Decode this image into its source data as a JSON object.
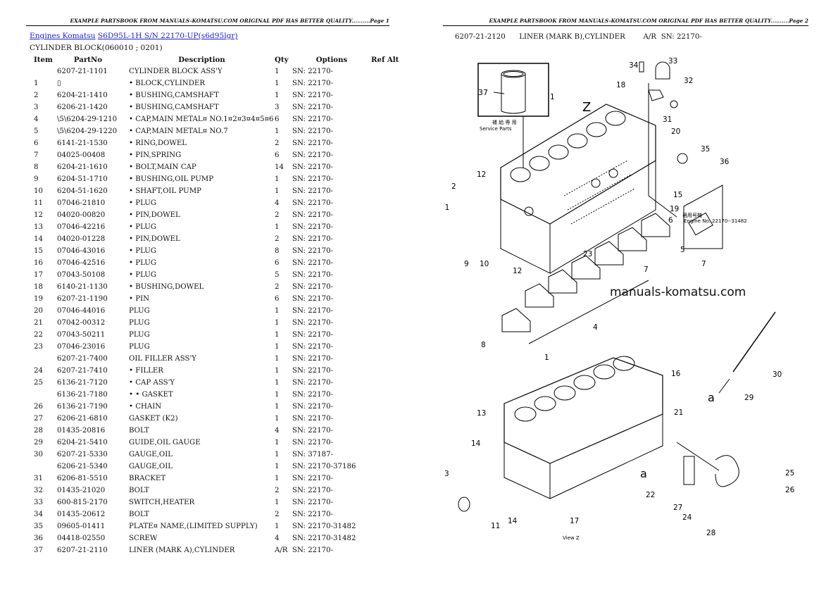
{
  "page1": {
    "running_header": "EXAMPLE PARTSBOOK FROM MANUALS-KOMATSU.COM ORIGINAL PDF HAS BETTER QUALITY..........Page 1",
    "breadcrumb": {
      "link1": "Engines Komatsu",
      "link2": "S6D95L-1H S/N 22170-UP(s6d95lgr)"
    },
    "section_title": "CYLINDER BLOCK(060010 ; 0201)",
    "columns": [
      "Item",
      "PartNo",
      "Description",
      "Qty",
      "Options",
      "Ref Alt"
    ],
    "rows": [
      {
        "item": "",
        "part": "6207-21-1101",
        "desc": "CYLINDER BLOCK ASS'Y",
        "qty": "1",
        "opt": "SN: 22170-"
      },
      {
        "item": "1",
        "part": "▯",
        "desc": "• BLOCK,CYLINDER",
        "qty": "1",
        "opt": "SN: 22170-"
      },
      {
        "item": "2",
        "part": "6204-21-1410",
        "desc": "• BUSHING,CAMSHAFT",
        "qty": "1",
        "opt": "SN: 22170-"
      },
      {
        "item": "3",
        "part": "6206-21-1420",
        "desc": "• BUSHING,CAMSHAFT",
        "qty": "3",
        "opt": "SN: 22170-"
      },
      {
        "item": "4",
        "part": "\\5\\6204-29-1210",
        "desc": "• CAP,MAIN METAL¤ NO.1¤2¤3¤4¤5¤6",
        "qty": "6",
        "opt": "SN: 22170-"
      },
      {
        "item": "5",
        "part": "\\5\\6204-29-1220",
        "desc": "• CAP,MAIN METAL¤ NO.7",
        "qty": "1",
        "opt": "SN: 22170-"
      },
      {
        "item": "6",
        "part": "6141-21-1530",
        "desc": "• RING,DOWEL",
        "qty": "2",
        "opt": "SN: 22170-"
      },
      {
        "item": "7",
        "part": "04025-00408",
        "desc": "• PIN,SPRING",
        "qty": "6",
        "opt": "SN: 22170-"
      },
      {
        "item": "8",
        "part": "6204-21-1610",
        "desc": "• BOLT,MAIN CAP",
        "qty": "14",
        "opt": "SN: 22170-"
      },
      {
        "item": "9",
        "part": "6204-51-1710",
        "desc": "• BUSHING,OIL PUMP",
        "qty": "1",
        "opt": "SN: 22170-"
      },
      {
        "item": "10",
        "part": "6204-51-1620",
        "desc": "• SHAFT,OIL PUMP",
        "qty": "1",
        "opt": "SN: 22170-"
      },
      {
        "item": "11",
        "part": "07046-21810",
        "desc": "• PLUG",
        "qty": "4",
        "opt": "SN: 22170-"
      },
      {
        "item": "12",
        "part": "04020-00820",
        "desc": "• PIN,DOWEL",
        "qty": "2",
        "opt": "SN: 22170-"
      },
      {
        "item": "13",
        "part": "07046-42216",
        "desc": "• PLUG",
        "qty": "1",
        "opt": "SN: 22170-"
      },
      {
        "item": "14",
        "part": "04020-01228",
        "desc": "• PIN,DOWEL",
        "qty": "2",
        "opt": "SN: 22170-"
      },
      {
        "item": "15",
        "part": "07046-43016",
        "desc": "• PLUG",
        "qty": "8",
        "opt": "SN: 22170-"
      },
      {
        "item": "16",
        "part": "07046-42516",
        "desc": "• PLUG",
        "qty": "6",
        "opt": "SN: 22170-"
      },
      {
        "item": "17",
        "part": "07043-50108",
        "desc": "• PLUG",
        "qty": "5",
        "opt": "SN: 22170-"
      },
      {
        "item": "18",
        "part": "6140-21-1130",
        "desc": "• BUSHING,DOWEL",
        "qty": "2",
        "opt": "SN: 22170-"
      },
      {
        "item": "19",
        "part": "6207-21-1190",
        "desc": "• PIN",
        "qty": "6",
        "opt": "SN: 22170-"
      },
      {
        "item": "20",
        "part": "07046-44016",
        "desc": "PLUG",
        "qty": "1",
        "opt": "SN: 22170-"
      },
      {
        "item": "21",
        "part": "07042-00312",
        "desc": "PLUG",
        "qty": "1",
        "opt": "SN: 22170-"
      },
      {
        "item": "22",
        "part": "07043-50211",
        "desc": "PLUG",
        "qty": "1",
        "opt": "SN: 22170-"
      },
      {
        "item": "23",
        "part": "07046-23016",
        "desc": "PLUG",
        "qty": "1",
        "opt": "SN: 22170-"
      },
      {
        "item": "",
        "part": "6207-21-7400",
        "desc": "OIL FILLER ASS'Y",
        "qty": "1",
        "opt": "SN: 22170-"
      },
      {
        "item": "24",
        "part": "6207-21-7410",
        "desc": "• FILLER",
        "qty": "1",
        "opt": "SN: 22170-"
      },
      {
        "item": "25",
        "part": "6136-21-7120",
        "desc": "• CAP ASS'Y",
        "qty": "1",
        "opt": "SN: 22170-"
      },
      {
        "item": "",
        "part": "6136-21-7180",
        "desc": "• • GASKET",
        "qty": "1",
        "opt": "SN: 22170-"
      },
      {
        "item": "26",
        "part": "6136-21-7190",
        "desc": "• CHAIN",
        "qty": "1",
        "opt": "SN: 22170-"
      },
      {
        "item": "27",
        "part": "6206-21-6810",
        "desc": "GASKET (K2)",
        "qty": "1",
        "opt": "SN: 22170-"
      },
      {
        "item": "28",
        "part": "01435-20816",
        "desc": "BOLT",
        "qty": "4",
        "opt": "SN: 22170-"
      },
      {
        "item": "29",
        "part": "6204-21-5410",
        "desc": "GUIDE,OIL GAUGE",
        "qty": "1",
        "opt": "SN: 22170-"
      },
      {
        "item": "30",
        "part": "6207-21-5330",
        "desc": "GAUGE,OIL",
        "qty": "1",
        "opt": "SN: 37187-"
      },
      {
        "item": "",
        "part": "6206-21-5340",
        "desc": "GAUGE,OIL",
        "qty": "1",
        "opt": "SN: 22170-37186"
      },
      {
        "item": "31",
        "part": "6206-81-5510",
        "desc": "BRACKET",
        "qty": "1",
        "opt": "SN: 22170-"
      },
      {
        "item": "32",
        "part": "01435-21020",
        "desc": "BOLT",
        "qty": "2",
        "opt": "SN: 22170-"
      },
      {
        "item": "33",
        "part": "600-815-2170",
        "desc": "SWITCH,HEATER",
        "qty": "1",
        "opt": "SN: 22170-"
      },
      {
        "item": "34",
        "part": "01435-20612",
        "desc": "BOLT",
        "qty": "2",
        "opt": "SN: 22170-"
      },
      {
        "item": "35",
        "part": "09605-01411",
        "desc": "PLATE¤ NAME,(LIMITED SUPPLY)",
        "qty": "1",
        "opt": "SN: 22170-31482"
      },
      {
        "item": "36",
        "part": "04418-02550",
        "desc": "SCREW",
        "qty": "4",
        "opt": "SN: 22170-31482"
      },
      {
        "item": "37",
        "part": "6207-21-2110",
        "desc": "LINER (MARK A),CYLINDER",
        "qty": "A/R",
        "opt": "SN: 22170-"
      }
    ]
  },
  "page2": {
    "running_header": "EXAMPLE PARTSBOOK FROM MANUALS-KOMATSU.COM ORIGINAL PDF HAS BETTER QUALITY..........Page 2",
    "continued_row": {
      "part": "6207-21-2120",
      "desc": "LINER (MARK B),CYLINDER",
      "qty": "A/R",
      "opt": "SN: 22170-"
    },
    "diagram": {
      "watermark": "manuals-komatsu.com",
      "service_parts_jp": "補 給 専 用",
      "service_parts_en": "Service Parts",
      "engine_no_jp": "適用号機",
      "engine_no_en": "Engine No. 22170--31482",
      "view_label": "View Z",
      "z_label": "Z",
      "a_label": "a",
      "callouts": [
        "1",
        "2",
        "3",
        "4",
        "5",
        "6",
        "7",
        "8",
        "9",
        "10",
        "11",
        "12",
        "13",
        "14",
        "15",
        "16",
        "17",
        "18",
        "19",
        "20",
        "21",
        "22",
        "23",
        "24",
        "25",
        "26",
        "27",
        "28",
        "29",
        "30",
        "31",
        "32",
        "33",
        "34",
        "35",
        "36",
        "37"
      ]
    }
  }
}
